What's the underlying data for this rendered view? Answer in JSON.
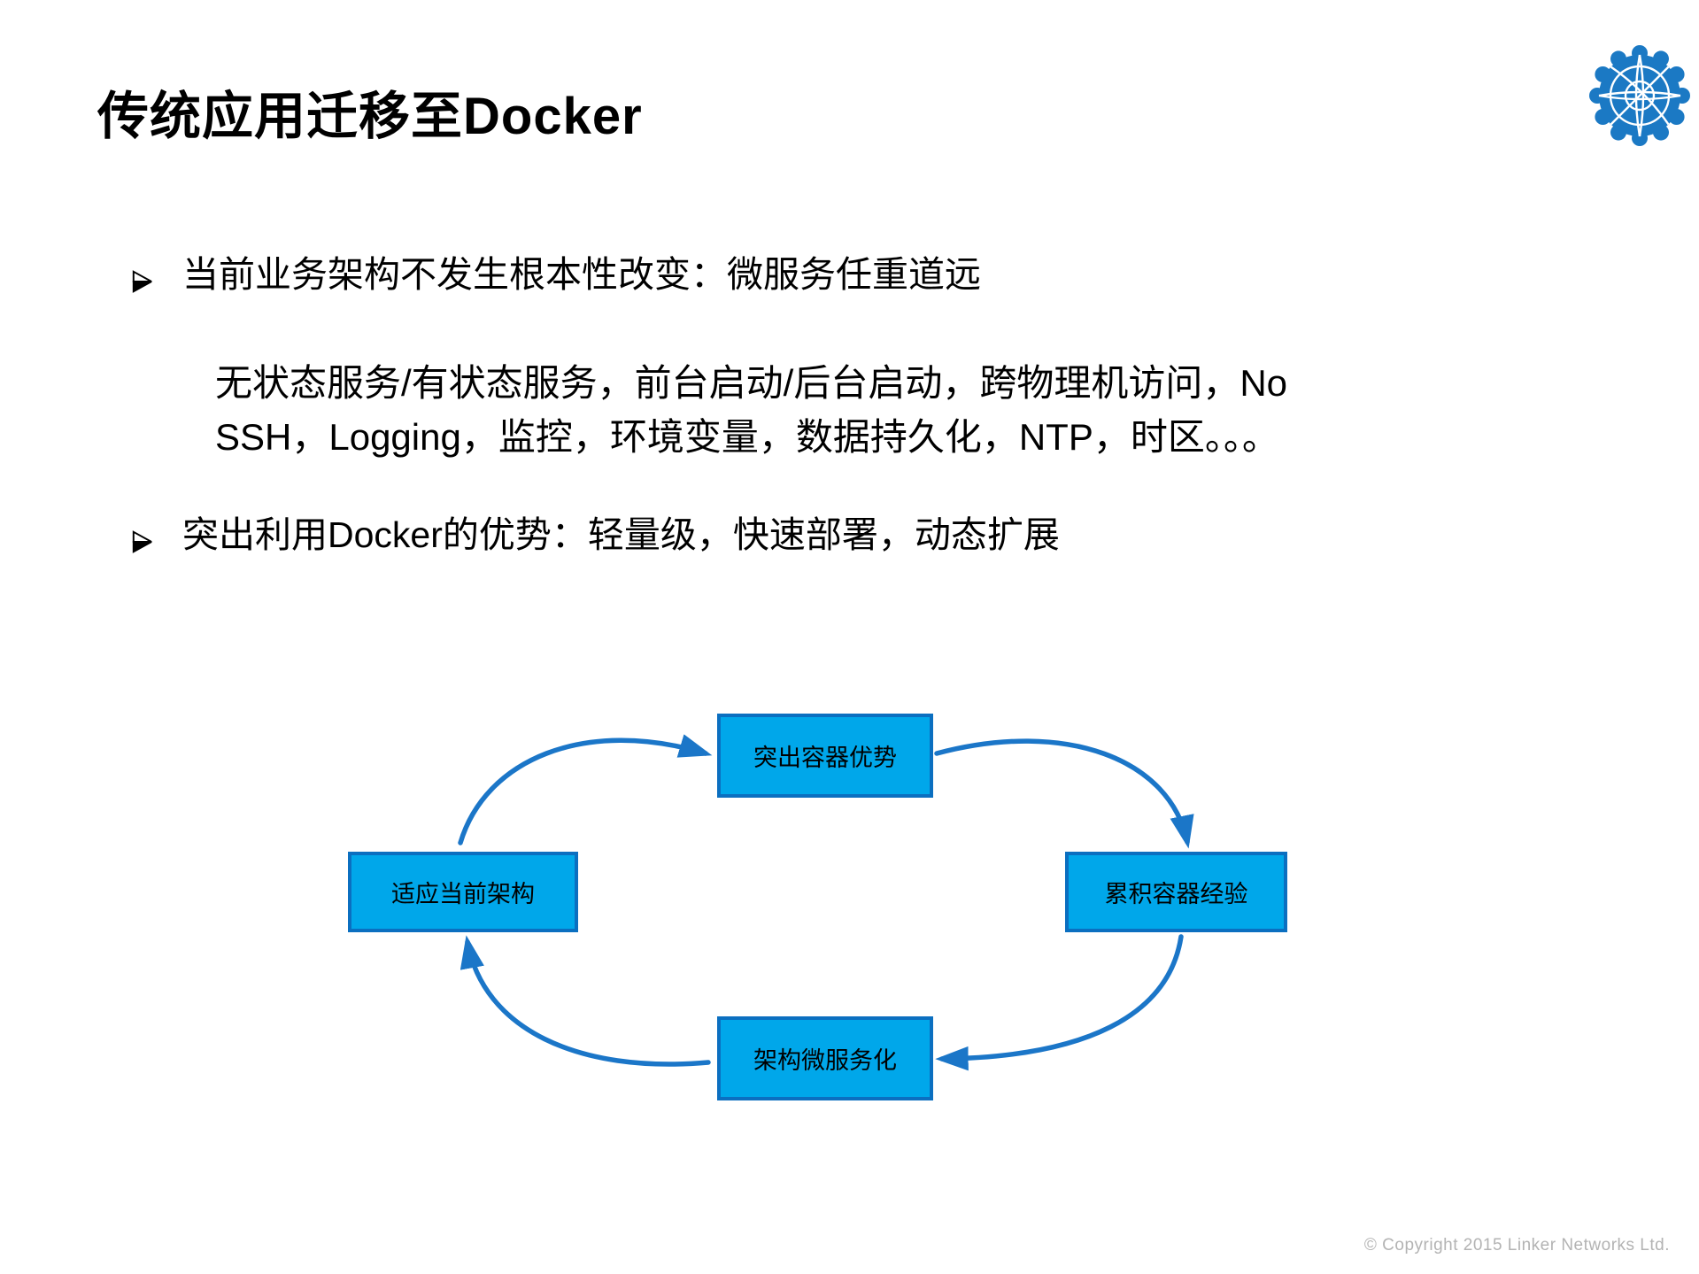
{
  "slide": {
    "title": "传统应用迁移至Docker",
    "bullets": [
      {
        "marker_icon": "arrowhead-right",
        "text": "当前业务架构不发生根本性改变：微服务任重道远"
      },
      {
        "marker_icon": "arrowhead-right",
        "text": "突出利用Docker的优势：轻量级，快速部署，动态扩展"
      }
    ],
    "sub_lines": [
      "无状态服务/有状态服务，前台启动/后台启动，跨物理机访问，No",
      "SSH，Logging，监控，环境变量，数据持久化，NTP，时区。。。"
    ],
    "footer": "© Copyright 2015 Linker Networks Ltd."
  },
  "diagram": {
    "type": "cycle",
    "nodes": [
      {
        "id": "top",
        "label": "突出容器优势"
      },
      {
        "id": "right",
        "label": "累积容器经验"
      },
      {
        "id": "bottom",
        "label": "架构微服务化"
      },
      {
        "id": "left",
        "label": "适应当前架构"
      }
    ],
    "edges": [
      {
        "from": "left",
        "to": "top"
      },
      {
        "from": "top",
        "to": "right"
      },
      {
        "from": "right",
        "to": "bottom"
      },
      {
        "from": "bottom",
        "to": "left"
      }
    ],
    "colors": {
      "node_fill": "#00A7EA",
      "node_border": "#0B6FC0",
      "node_text": "#000000",
      "arrow": "#1B76C8"
    }
  },
  "logo": {
    "name": "linker-networks-globe-logo",
    "color": "#1B79C4"
  }
}
